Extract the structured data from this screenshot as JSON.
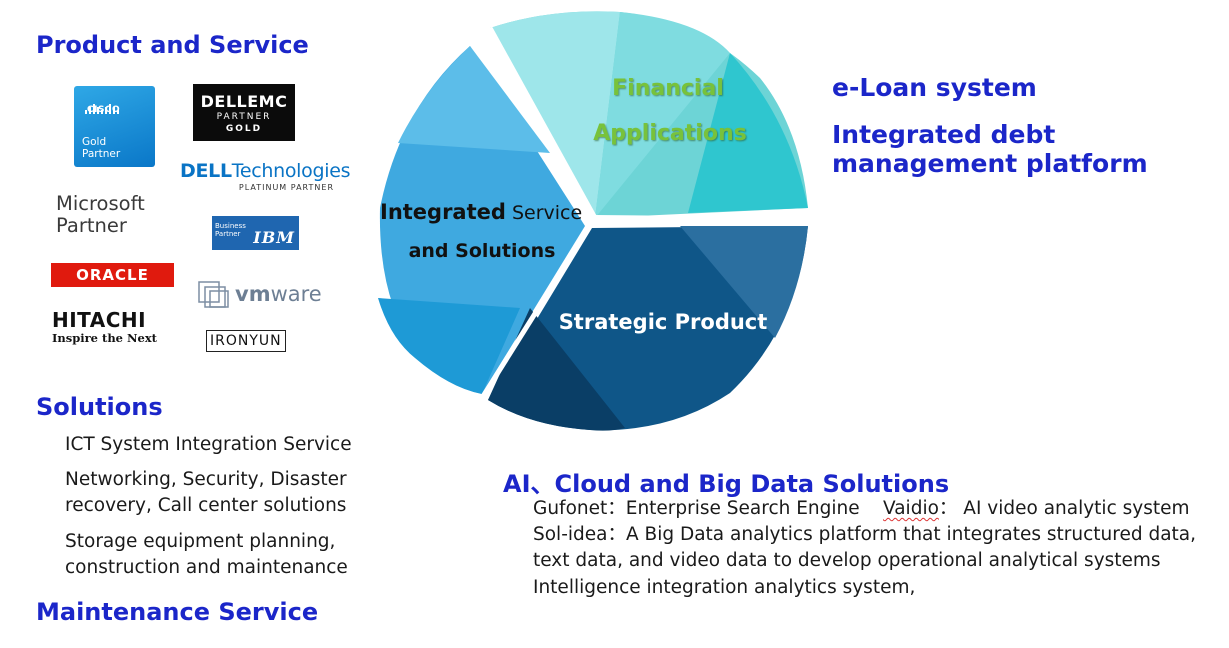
{
  "left": {
    "product_heading": "Product and Service",
    "solutions_heading": "Solutions",
    "solutions_items": [
      "ICT System Integration Service",
      "Networking, Security, Disaster",
      "recovery, Call center solutions",
      "Storage equipment planning,",
      "construction and maintenance"
    ],
    "maintenance_heading": "Maintenance Service"
  },
  "logos": {
    "cisco": {
      "name": "CISCO",
      "tier": "Gold\nPartner"
    },
    "dellemc": {
      "line1": "DELLEMC",
      "line2": "PARTNER",
      "line3": "GOLD"
    },
    "delltech": {
      "line1_brand": "DELL",
      "line1_rest": "Technologies",
      "line2": "PLATINUM PARTNER"
    },
    "microsoft": {
      "text": "Microsoft\nPartner"
    },
    "ibm": {
      "small": "Business\nPartner",
      "brand": "IBM"
    },
    "oracle": {
      "text": "ORACLE"
    },
    "vmware": {
      "brand_bold": "vm",
      "brand_rest": "ware"
    },
    "hitachi": {
      "line1": "HITACHI",
      "line2": "Inspire the Next"
    },
    "ironyun": {
      "text": "IRONYUN"
    }
  },
  "wheel": {
    "segments": [
      {
        "label_line1": "Financial",
        "label_line2": "Applications",
        "color": "#6dd4d6",
        "label_color": "#78c23a"
      },
      {
        "label_line1_bold": "Integrated",
        "label_line1_rest": " Service",
        "label_line2": "and Solutions",
        "color": "#3fa9e0",
        "label_color": "#111111"
      },
      {
        "label_line1": "Strategic Product",
        "color": "#0f5688",
        "label_color": "#ffffff"
      }
    ]
  },
  "right": {
    "eloan": "e-Loan system",
    "debt_line1": "Integrated debt",
    "debt_line2": "management platform"
  },
  "ai": {
    "heading": "AI、Cloud and Big Data Solutions",
    "gufonet": "Gufonet：Enterprise Search Engine",
    "vaidio_name": "Vaidio",
    "vaidio_desc": "： AI video analytic system",
    "solidea_line1": "Sol-idea：A Big Data analytics platform that integrates structured data,",
    "solidea_line2": "text data, and video data to develop operational analytical systems",
    "intelligence": "Intelligence integration analytics system,"
  },
  "colors": {
    "heading_blue": "#1b26c9",
    "teal_light": "#8fe3e6",
    "teal": "#2fc6cf",
    "blue_light": "#5cbde9",
    "blue": "#1e9ad6",
    "navy": "#0b4f7e",
    "navy_dark": "#0a3e66"
  }
}
